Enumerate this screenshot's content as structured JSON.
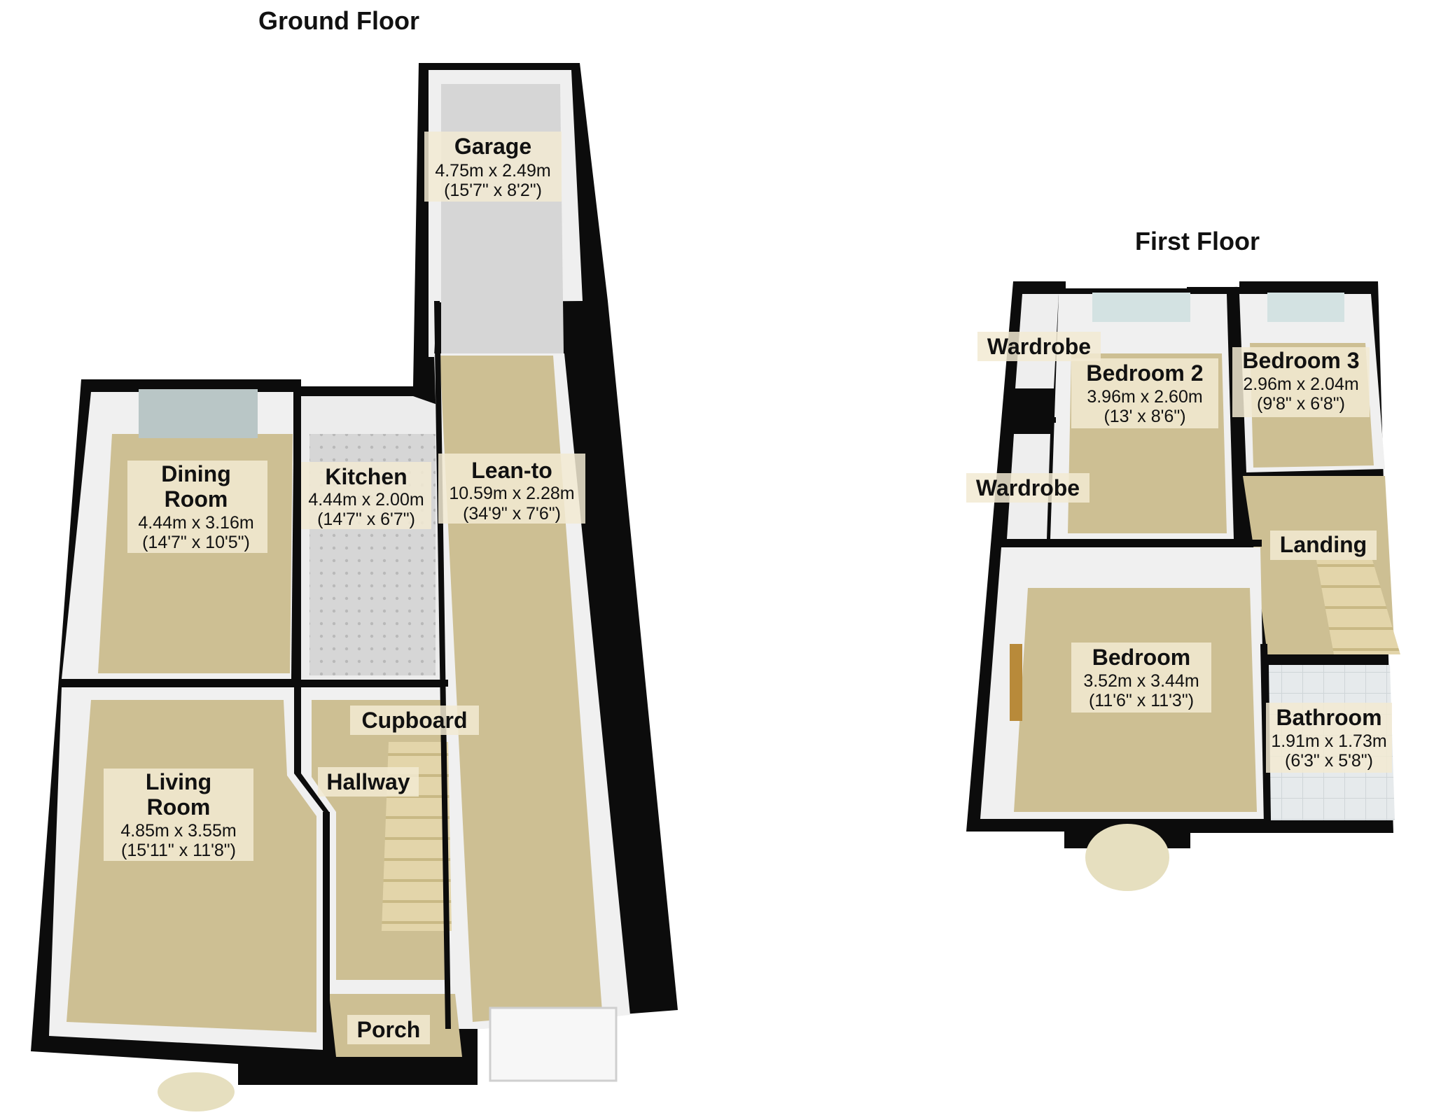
{
  "floors": {
    "ground": {
      "title": "Ground Floor"
    },
    "first": {
      "title": "First Floor"
    }
  },
  "rooms": {
    "garage": {
      "name": "Garage",
      "metric": "4.75m x 2.49m",
      "imperial": "(15'7\" x 8'2\")"
    },
    "lean_to": {
      "name": "Lean-to",
      "metric": "10.59m x 2.28m",
      "imperial": "(34'9\" x 7'6\")"
    },
    "dining": {
      "name1": "Dining",
      "name2": "Room",
      "metric": "4.44m x 3.16m",
      "imperial": "(14'7\" x 10'5\")"
    },
    "kitchen": {
      "name": "Kitchen",
      "metric": "4.44m x 2.00m",
      "imperial": "(14'7\" x 6'7\")"
    },
    "living": {
      "name1": "Living",
      "name2": "Room",
      "metric": "4.85m x 3.55m",
      "imperial": "(15'11\" x 11'8\")"
    },
    "cupboard": {
      "name": "Cupboard"
    },
    "hallway": {
      "name": "Hallway"
    },
    "porch": {
      "name": "Porch"
    },
    "wardrobe_top": {
      "name": "Wardrobe"
    },
    "wardrobe_bottom": {
      "name": "Wardrobe"
    },
    "bedroom2": {
      "name": "Bedroom 2",
      "metric": "3.96m x 2.60m",
      "imperial": "(13' x 8'6\")"
    },
    "bedroom3": {
      "name": "Bedroom 3",
      "metric": "2.96m x 2.04m",
      "imperial": "(9'8\" x 6'8\")"
    },
    "landing": {
      "name": "Landing"
    },
    "bedroom": {
      "name": "Bedroom",
      "metric": "3.52m x 3.44m",
      "imperial": "(11'6\" x 11'3\")"
    },
    "bathroom": {
      "name": "Bathroom",
      "metric": "1.91m x 1.73m",
      "imperial": "(6'3\" x 5'8\")"
    }
  },
  "colors": {
    "wall": "#0c0c0c",
    "carpet": "#cdbf93",
    "garage_floor": "#d6d6d6",
    "kitchen_tile": "#d4d4d4",
    "bath_tile": "#e4e8ea",
    "wall_inner": "#f0f0f0",
    "stairs": "#e2d4a8"
  }
}
